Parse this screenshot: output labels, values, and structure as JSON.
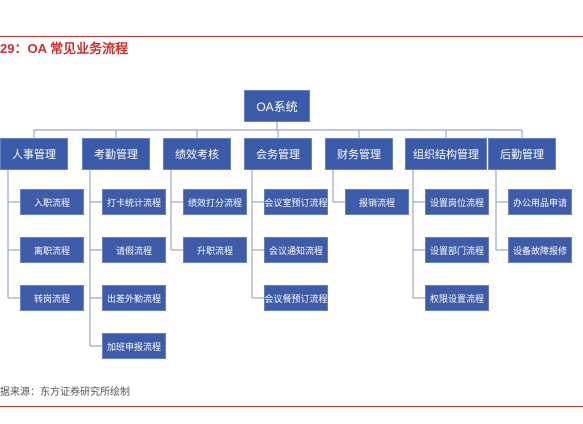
{
  "title": "29：OA 常见业务流程",
  "source": "据来源：东方证券研究所绘制",
  "colors": {
    "accent": "#c9302c",
    "node": "#3b5aa8",
    "line": "#9aa8c7"
  },
  "root": "OA系统",
  "categories": [
    {
      "label": "人事管理",
      "items": [
        "入职流程",
        "离职流程",
        "转岗流程"
      ]
    },
    {
      "label": "考勤管理",
      "items": [
        "打卡统计流程",
        "请假流程",
        "出差外勤流程",
        "加班申报流程"
      ]
    },
    {
      "label": "绩效考核",
      "items": [
        "绩效打分流程",
        "升职流程"
      ]
    },
    {
      "label": "会务管理",
      "items": [
        "会议室预订流程",
        "会议通知流程",
        "会议餐预订流程"
      ]
    },
    {
      "label": "财务管理",
      "items": [
        "报销流程"
      ]
    },
    {
      "label": "组织结构管理",
      "items": [
        "设置岗位流程",
        "设置部门流程",
        "权限设置流程"
      ]
    },
    {
      "label": "后勤管理",
      "items": [
        "办公用品申请",
        "设备故障报修"
      ]
    }
  ]
}
